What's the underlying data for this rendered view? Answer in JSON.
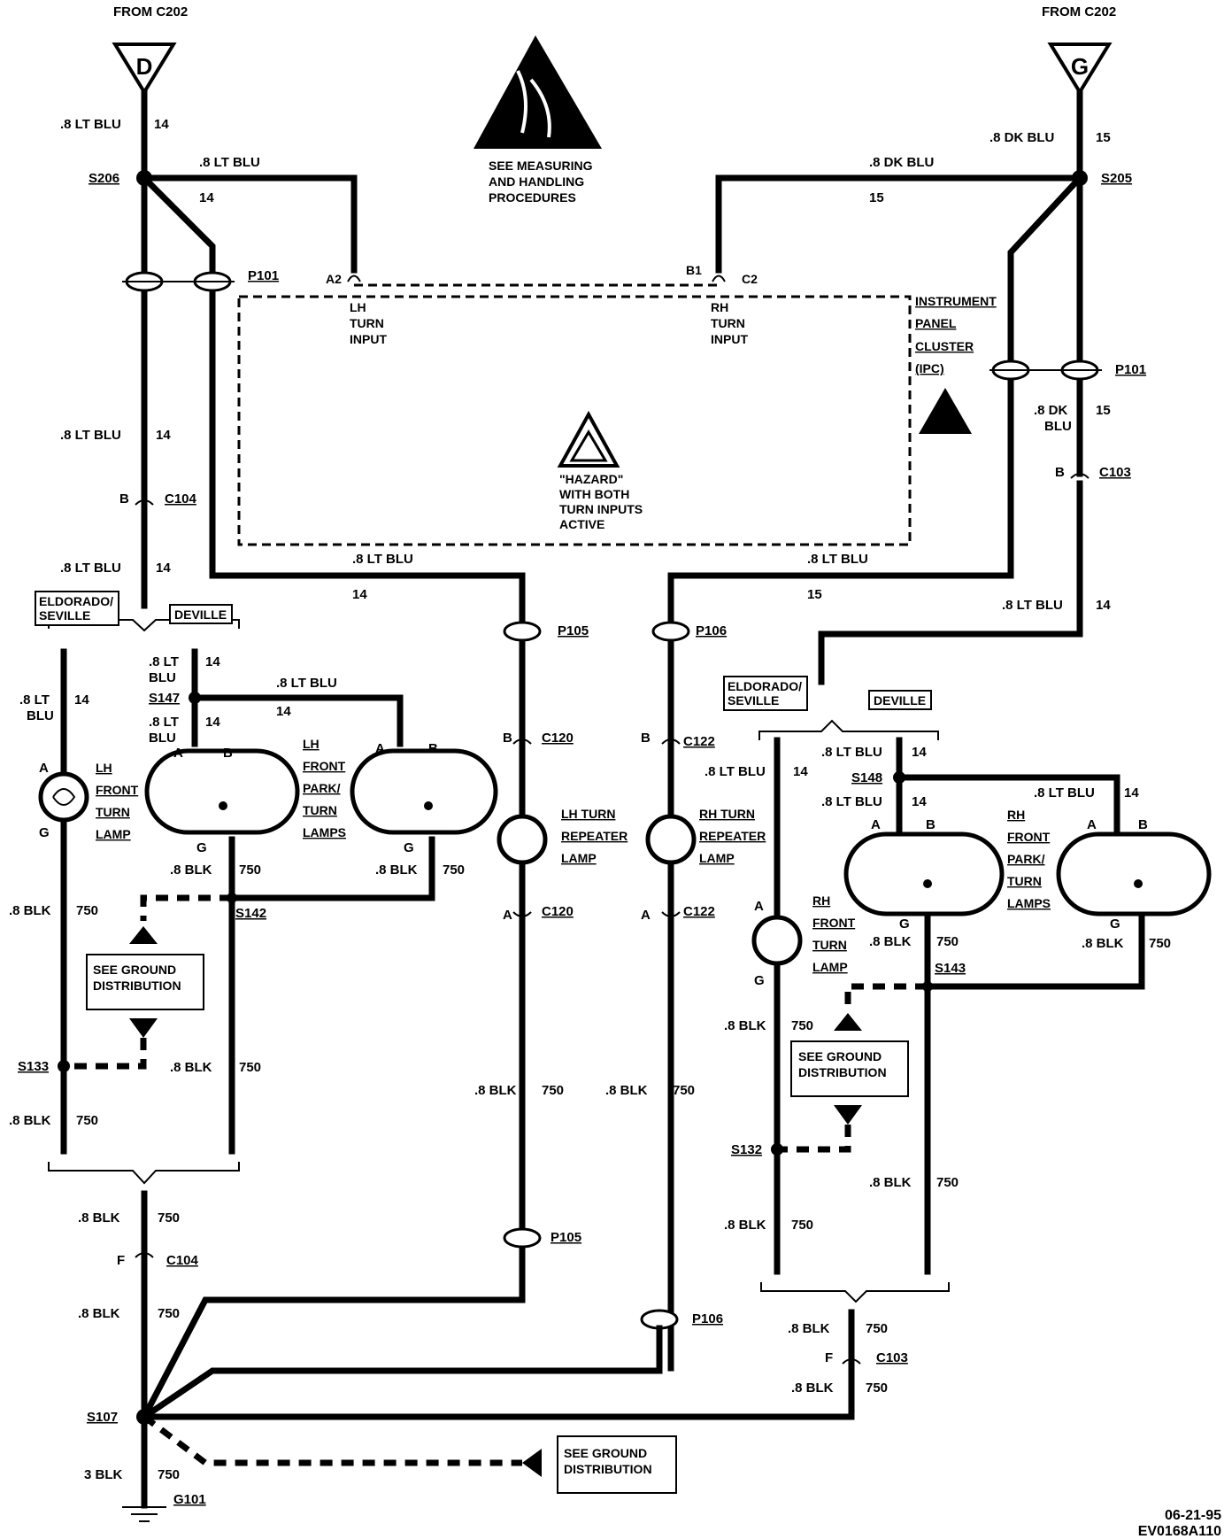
{
  "top": {
    "from_left": "FROM C202",
    "from_right": "FROM C202",
    "conn_left": "D",
    "conn_right": "G",
    "esd_note": [
      "SEE MEASURING",
      "AND HANDLING",
      "PROCEDURES"
    ]
  },
  "splices": {
    "s206": "S206",
    "s205": "S205",
    "s147": "S147",
    "s148": "S148",
    "s142": "S142",
    "s143": "S143",
    "s133": "S133",
    "s132": "S132",
    "s107": "S107"
  },
  "connectors": {
    "p101_l": "P101",
    "p101_r": "P101",
    "c104_b": "C104",
    "c103_b": "C103",
    "p105_t": "P105",
    "p106_t": "P106",
    "c120_b": "C120",
    "c120_a": "C120",
    "c122_b": "C122",
    "c122_a": "C122",
    "p105_b": "P105",
    "p106_b": "P106",
    "c104_f": "C104",
    "c103_f": "C103",
    "g101": "G101",
    "pin_b": "B",
    "pin_a": "A",
    "pin_g": "G",
    "pin_f": "F",
    "a2": "A2",
    "b1": "B1",
    "c2": "C2"
  },
  "ipc": {
    "title": [
      "INSTRUMENT",
      "PANEL",
      "CLUSTER",
      "(IPC)"
    ],
    "lh_input": [
      "LH",
      "TURN",
      "INPUT"
    ],
    "rh_input": [
      "RH",
      "TURN",
      "INPUT"
    ],
    "hazard": [
      "\"HAZARD\"",
      "WITH BOTH",
      "TURN INPUTS",
      "ACTIVE"
    ]
  },
  "wires": {
    "lt_blu": ".8 LT BLU",
    "dk_blu": ".8 DK BLU",
    "blk": ".8 BLK",
    "blk3": "3 BLK",
    "c14": "14",
    "c15": "15",
    "c750": "750",
    "lt": ".8 LT",
    "blu": "BLU",
    "dk": ".8 DK"
  },
  "variants": {
    "eldo": [
      "ELDORADO/",
      "SEVILLE"
    ],
    "deville": "DEVILLE"
  },
  "components": {
    "lh_front_turn": [
      "LH",
      "FRONT",
      "TURN",
      "LAMP"
    ],
    "lh_front_park": [
      "LH",
      "FRONT",
      "PARK/",
      "TURN",
      "LAMPS"
    ],
    "lh_repeater": [
      "LH TURN",
      "REPEATER",
      "LAMP"
    ],
    "rh_repeater": [
      "RH TURN",
      "REPEATER",
      "LAMP"
    ],
    "rh_front_turn": [
      "RH",
      "FRONT",
      "TURN",
      "LAMP"
    ],
    "rh_front_park": [
      "RH",
      "FRONT",
      "PARK/",
      "TURN",
      "LAMPS"
    ]
  },
  "ground": {
    "see_ground": [
      "SEE GROUND",
      "DISTRIBUTION"
    ]
  },
  "footer": {
    "date": "06-21-95",
    "code": "EV0168A110"
  }
}
